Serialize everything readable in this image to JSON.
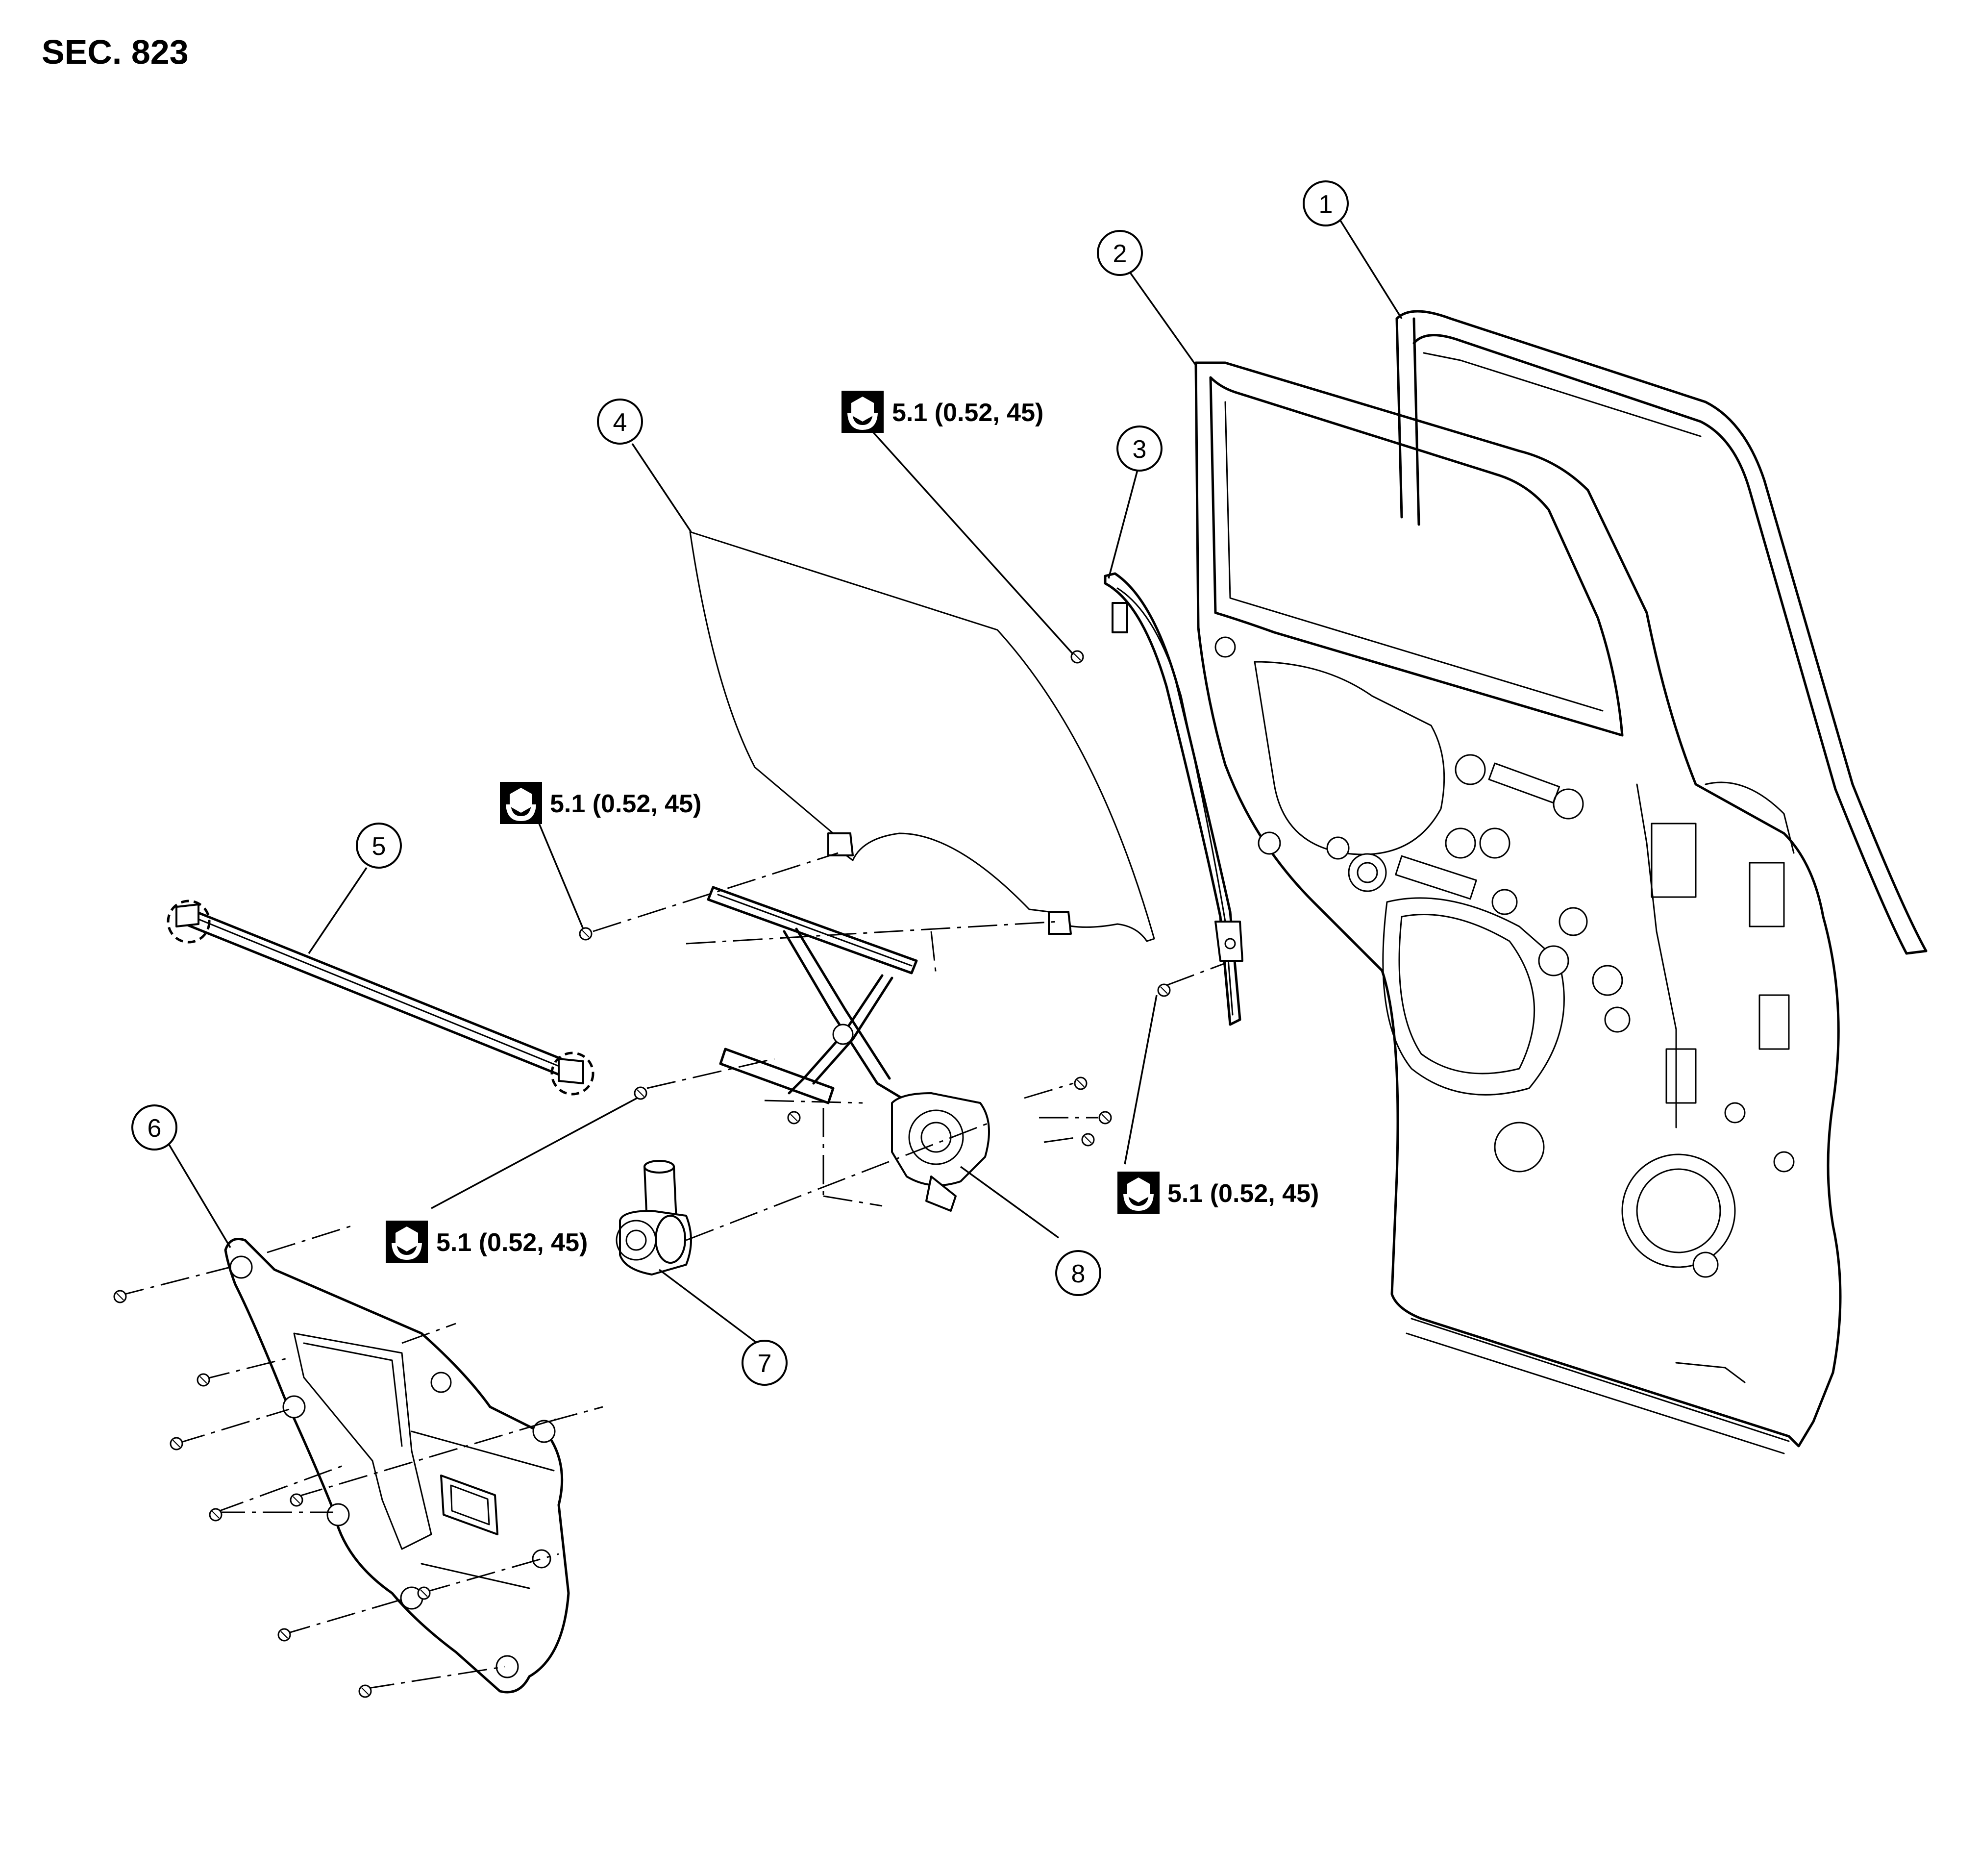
{
  "title": "SEC. 823",
  "callouts": [
    "1",
    "2",
    "3",
    "4",
    "5",
    "6",
    "7",
    "8"
  ],
  "torque_specs": [
    "5.1 (0.52, 45)",
    "5.1 (0.52, 45)",
    "5.1 (0.52, 45)",
    "5.1 (0.52, 45)"
  ],
  "icons": {
    "torque": "torque-wrench-icon"
  }
}
